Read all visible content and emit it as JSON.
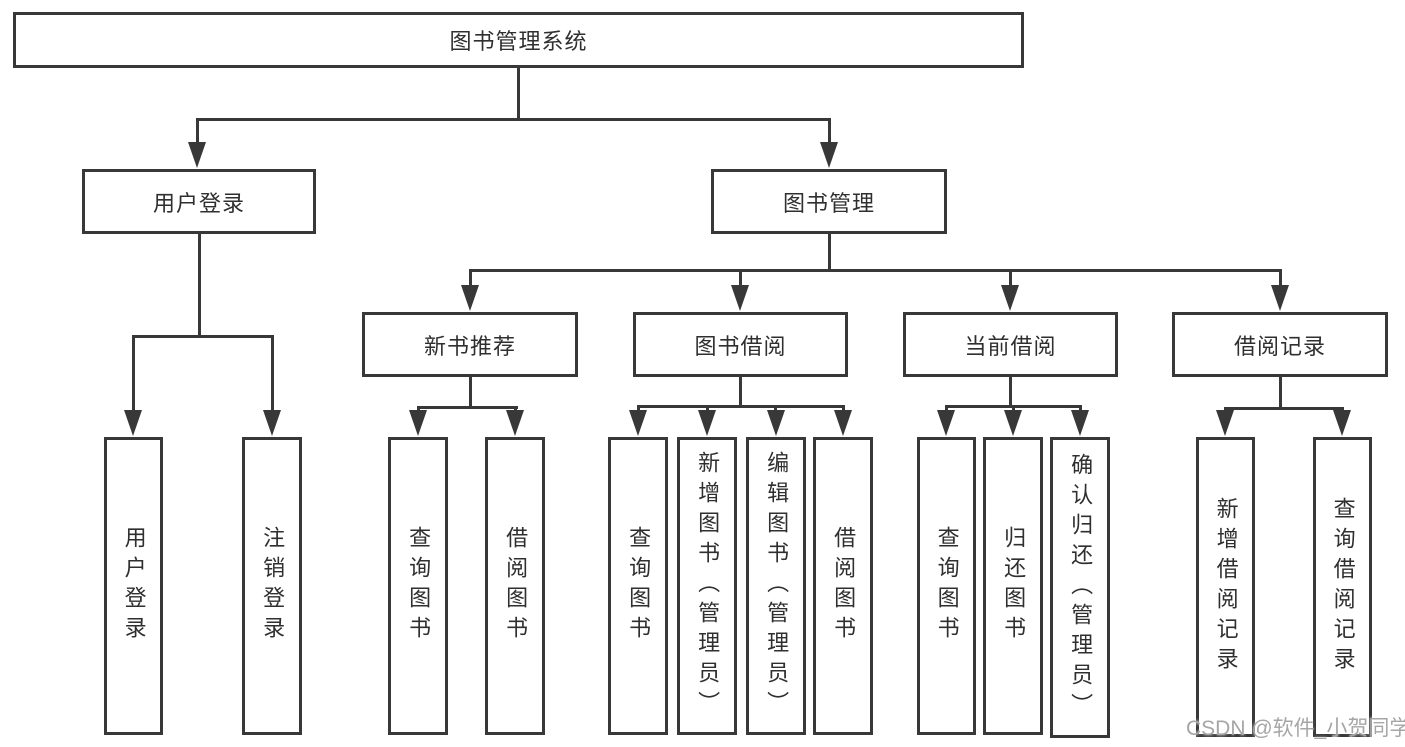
{
  "nodes": {
    "root": "图书管理系统",
    "user_login": "用户登录",
    "book_mgmt": "图书管理",
    "new_book": "新书推荐",
    "book_borrow": "图书借阅",
    "current_borrow": "当前借阅",
    "borrow_record": "借阅记录",
    "user_login_children": [
      "用户登录",
      "注销登录"
    ],
    "new_book_children": [
      "查询图书",
      "借阅图书"
    ],
    "book_borrow_children": [
      "查询图书",
      "新增图书（管理员）",
      "编辑图书（管理员）",
      "借阅图书"
    ],
    "current_borrow_children": [
      "查询图书",
      "归还图书",
      "确认归还（管理员）"
    ],
    "borrow_record_children": [
      "新增借阅记录",
      "查询借阅记录"
    ]
  },
  "watermark": "CSDN @软件_小贺同学"
}
